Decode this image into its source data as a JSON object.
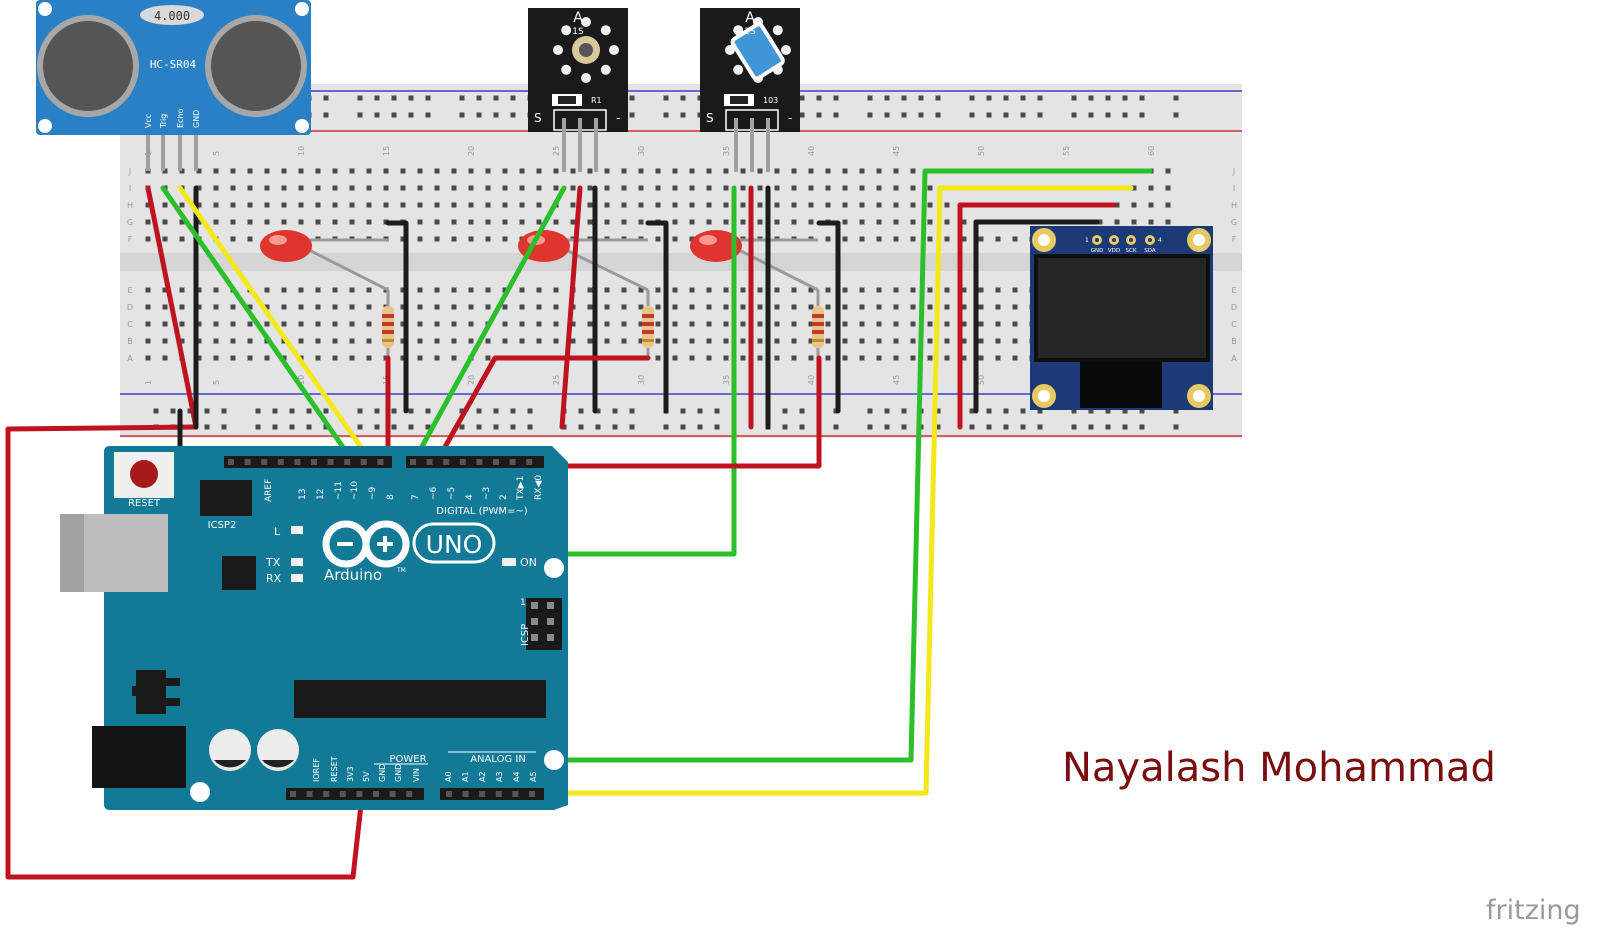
{
  "author": "Nayalash Mohammad",
  "brand": "fritzing",
  "colors": {
    "wire_red": "#c1121f",
    "wire_black": "#1c1c1c",
    "wire_green": "#2bbf2b",
    "wire_yellow": "#f2e81a",
    "arduino_board": "#127a96",
    "sensor_board": "#2a80c4",
    "breadboard": "#e4e4e4"
  },
  "ultrasonic": {
    "display": "4.000",
    "model": "HC-SR04",
    "pins": [
      "Vcc",
      "Trig",
      "Echo",
      "GND"
    ]
  },
  "sensor_modules": [
    {
      "top": "A",
      "sub": "1S",
      "left": "S",
      "right": "-",
      "res": "R1",
      "icon": "microphone-icon"
    },
    {
      "top": "A",
      "sub": "1S",
      "left": "S",
      "right": "-",
      "res": "103",
      "icon": "potentiometer-icon"
    }
  ],
  "breadboard": {
    "row_labels": [
      "J",
      "I",
      "H",
      "G",
      "F",
      "E",
      "D",
      "C",
      "B",
      "A"
    ],
    "column_numbers": [
      "1",
      "5",
      "10",
      "15",
      "20",
      "25",
      "30",
      "35",
      "40",
      "45",
      "50",
      "55",
      "60"
    ]
  },
  "oled": {
    "pin_first": "1",
    "pin_last": "4",
    "pins": [
      "GND",
      "VDD",
      "SCK",
      "SDA"
    ]
  },
  "arduino": {
    "reset_label": "RESET",
    "icsp2_label": "ICSP2",
    "aref_label": "AREF",
    "digital_pins": [
      "13",
      "12",
      "~11",
      "~10",
      "~9",
      "8",
      "7",
      "~6",
      "~5",
      "4",
      "~3",
      "2",
      "TX▶1",
      "RX◀0"
    ],
    "digital_label": "DIGITAL (PWM=~)",
    "led_labels": [
      "L",
      "TX",
      "RX"
    ],
    "on_label": "ON",
    "brand": "Arduino",
    "tm": "TM",
    "uno": "UNO",
    "icsp_label": "ICSP",
    "icsp_pin1": "1",
    "power_label": "POWER",
    "power_pins": [
      "IOREF",
      "RESET",
      "3V3",
      "5V",
      "GND",
      "GND",
      "VIN"
    ],
    "analog_label": "ANALOG IN",
    "analog_pins": [
      "A0",
      "A1",
      "A2",
      "A3",
      "A4",
      "A5"
    ]
  }
}
